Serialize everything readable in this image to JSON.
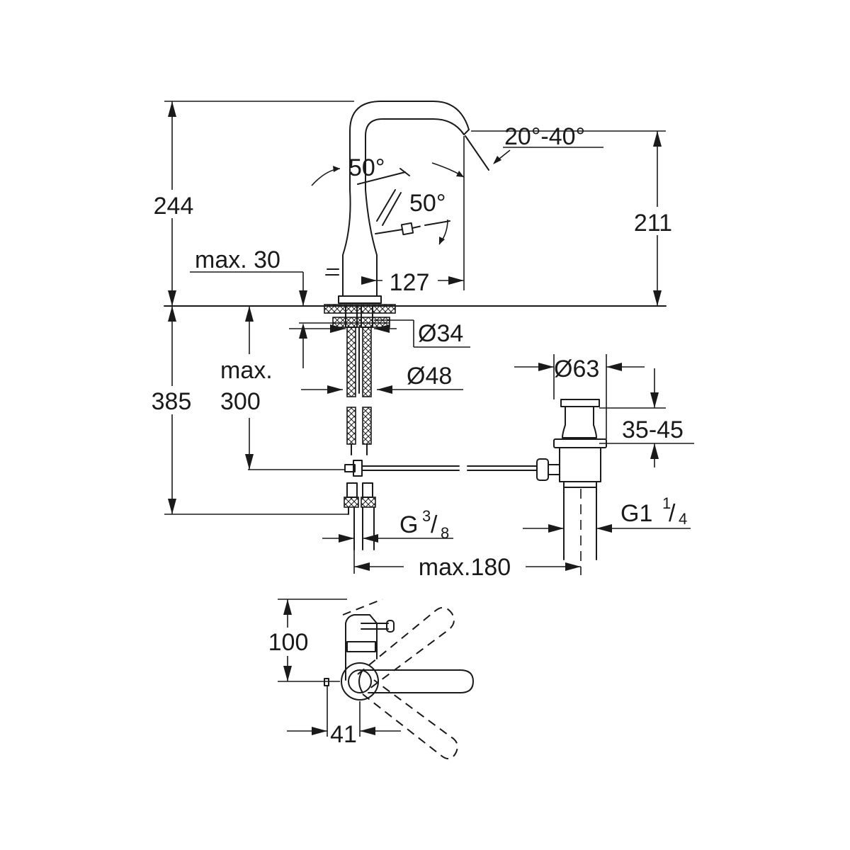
{
  "side_view": {
    "overall_height": "244",
    "spout_height": "211",
    "spout_angle": "20°-40°",
    "lever_angle_left": "50°",
    "lever_angle_right": "50°",
    "spout_reach": "127",
    "max_deck_thickness": "max. 30",
    "shank_diameter": "Ø34",
    "hole_diameter": "Ø48",
    "below_deck_height": "385",
    "max_hose_length_line1": "max.",
    "max_hose_length_line2": "300",
    "waste_diameter": "Ø63",
    "waste_adjust": "35-45",
    "connection_thread_main": "G",
    "connection_thread_num": "3",
    "connection_thread_den": "8",
    "waste_thread_main": "G1",
    "waste_thread_num": "1",
    "waste_thread_den": "4",
    "max_rod_distance": "max.180"
  },
  "top_view": {
    "lever_height": "100",
    "body_width": "41"
  }
}
